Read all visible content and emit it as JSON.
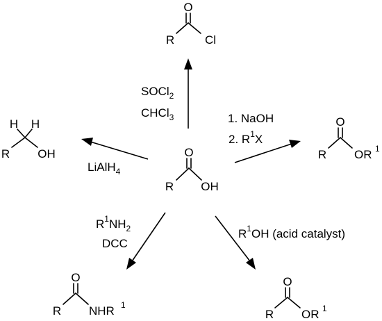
{
  "center": {
    "r": "R",
    "o": "O",
    "oh": "OH"
  },
  "acid_chloride": {
    "r": "R",
    "o": "O",
    "cl": "Cl"
  },
  "alcohol": {
    "r": "R",
    "h1": "H",
    "h2": "H",
    "oh": "OH"
  },
  "ester_top": {
    "r": "R",
    "o": "O",
    "or": "OR",
    "sup": "1"
  },
  "amide": {
    "r": "R",
    "o": "O",
    "nhr": "NHR",
    "sup": "1"
  },
  "ester_bottom": {
    "r": "R",
    "o": "O",
    "or": "OR",
    "sup": "1"
  },
  "reagents": {
    "socl2_a": "SOCl",
    "socl2_sub": "2",
    "chcl3_a": "CHCl",
    "chcl3_sub": "3",
    "lialh4_a": "LiAlH",
    "lialh4_sub": "4",
    "naoh": "1. NaOH",
    "r1x_a": "2. R",
    "r1x_sup": "1",
    "r1x_b": "X",
    "r1nh2_a": "R",
    "r1nh2_sup": "1",
    "r1nh2_b": "NH",
    "r1nh2_sub": "2",
    "dcc": "DCC",
    "r1oh_a": "R",
    "r1oh_sup": "1",
    "r1oh_b": "OH (acid catalyst)"
  }
}
